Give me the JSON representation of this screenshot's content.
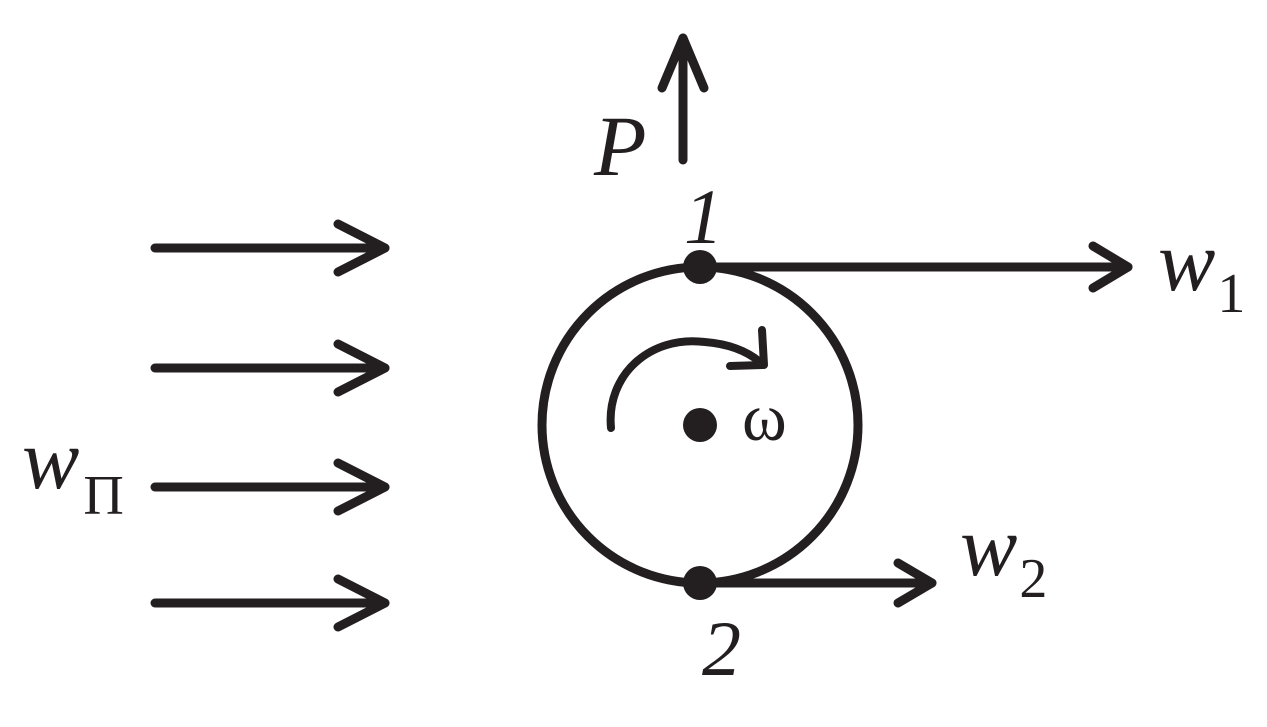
{
  "labels": {
    "force": "P",
    "point_top": "1",
    "point_bottom": "2",
    "angular_velocity": "ω",
    "velocity_top": "w",
    "velocity_top_sub": "1",
    "velocity_bottom": "w",
    "velocity_bottom_sub": "2",
    "stream_velocity": "w",
    "stream_velocity_sub": "П"
  },
  "colors": {
    "ink": "#231f20",
    "background": "#ffffff"
  },
  "icons": {
    "stream_arrows": "right-arrow",
    "force_arrow": "up-arrow",
    "rotation": "clockwise-arc-arrow"
  }
}
